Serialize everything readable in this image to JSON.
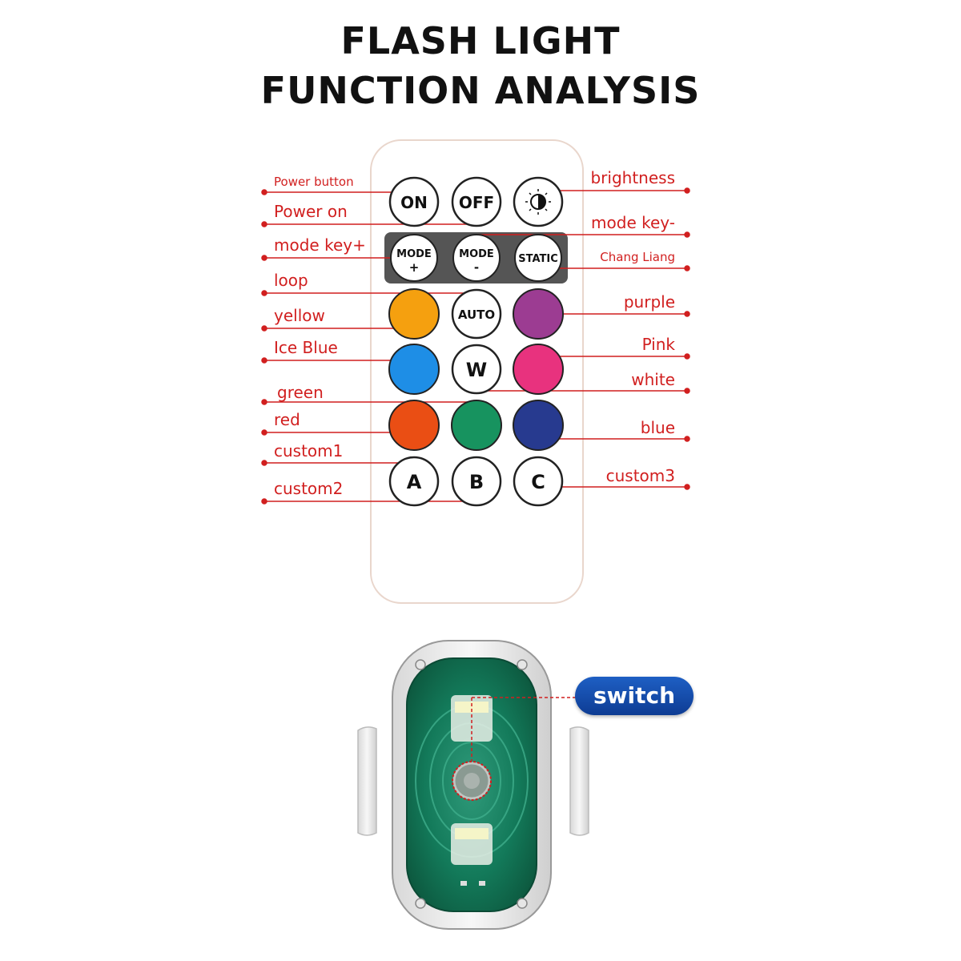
{
  "title": {
    "line1": "FLASH LIGHT",
    "line2": "FUNCTION ANALYSIS"
  },
  "remote": {
    "buttons": {
      "on": "ON",
      "off": "OFF",
      "mode_plus_top": "MODE",
      "mode_plus_bottom": "+",
      "mode_minus_top": "MODE",
      "mode_minus_bottom": "-",
      "static": "STATIC",
      "auto": "AUTO",
      "white": "W",
      "a": "A",
      "b": "B",
      "c": "C"
    },
    "colors": {
      "yellow": "#f5a00f",
      "purple": "#9c3c92",
      "ice_blue": "#1e8ee6",
      "pink": "#e8327e",
      "red": "#ea4e14",
      "green": "#17935f",
      "blue": "#273a8f",
      "label_red": "#d11f1f"
    }
  },
  "labels": {
    "power_button": "Power button",
    "power_on": "Power on",
    "mode_key_plus": "mode key+",
    "loop": "loop",
    "yellow": "yellow",
    "ice_blue": "Ice Blue",
    "green": "green",
    "red": "red",
    "custom1": "custom1",
    "custom2": "custom2",
    "brightness": "brightness",
    "mode_key_minus": "mode key-",
    "chang_liang": "Chang Liang",
    "purple": "purple",
    "pink": "Pink",
    "white": "white",
    "blue": "blue",
    "custom3": "custom3"
  },
  "device": {
    "switch_label": "switch",
    "icons": [
      "brightness-icon"
    ]
  }
}
